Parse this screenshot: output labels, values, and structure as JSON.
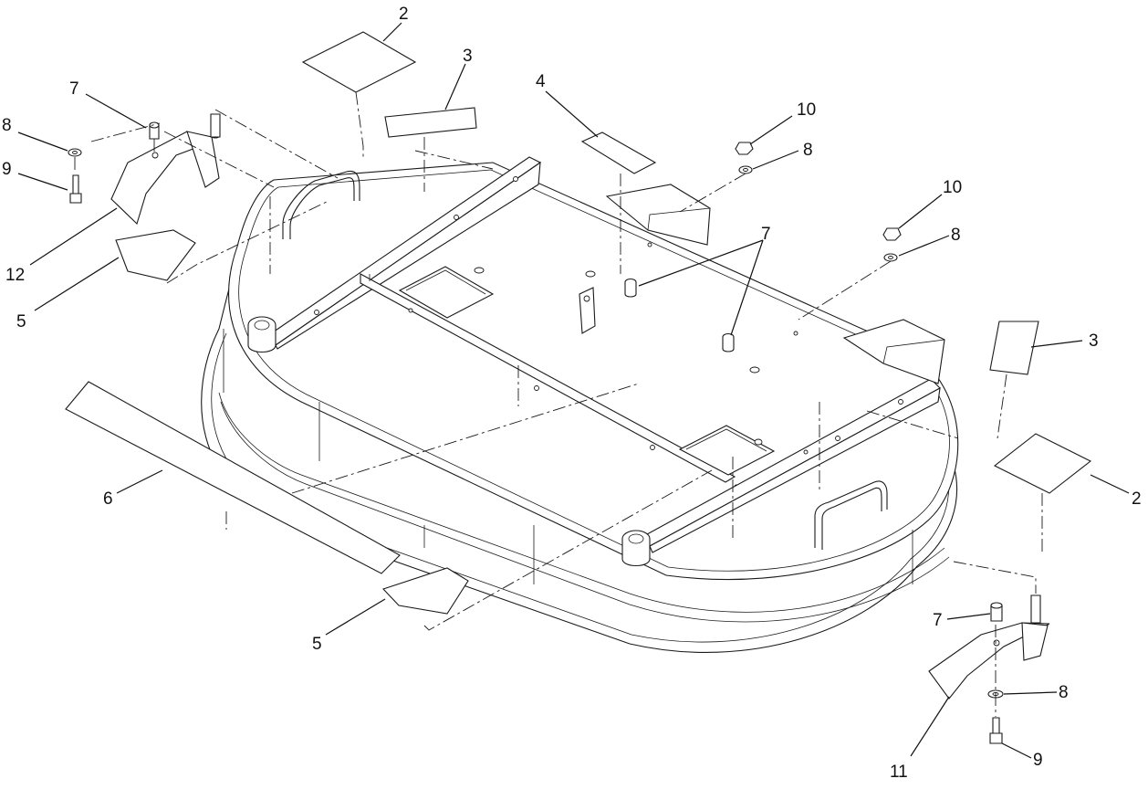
{
  "diagram": {
    "type": "exploded parts diagram",
    "callouts": [
      {
        "id": "c2a",
        "label": "2"
      },
      {
        "id": "c3a",
        "label": "3"
      },
      {
        "id": "c4",
        "label": "4"
      },
      {
        "id": "c7a",
        "label": "7"
      },
      {
        "id": "c8a",
        "label": "8"
      },
      {
        "id": "c9a",
        "label": "9"
      },
      {
        "id": "c12",
        "label": "12"
      },
      {
        "id": "c5a",
        "label": "5"
      },
      {
        "id": "c10a",
        "label": "10"
      },
      {
        "id": "c8b",
        "label": "8"
      },
      {
        "id": "c10b",
        "label": "10"
      },
      {
        "id": "c8c",
        "label": "8"
      },
      {
        "id": "c7b",
        "label": "7"
      },
      {
        "id": "c3b",
        "label": "3"
      },
      {
        "id": "c2b",
        "label": "2"
      },
      {
        "id": "c6",
        "label": "6"
      },
      {
        "id": "c5b",
        "label": "5"
      },
      {
        "id": "c7c",
        "label": "7"
      },
      {
        "id": "c8d",
        "label": "8"
      },
      {
        "id": "c11",
        "label": "11"
      },
      {
        "id": "c9b",
        "label": "9"
      }
    ]
  }
}
